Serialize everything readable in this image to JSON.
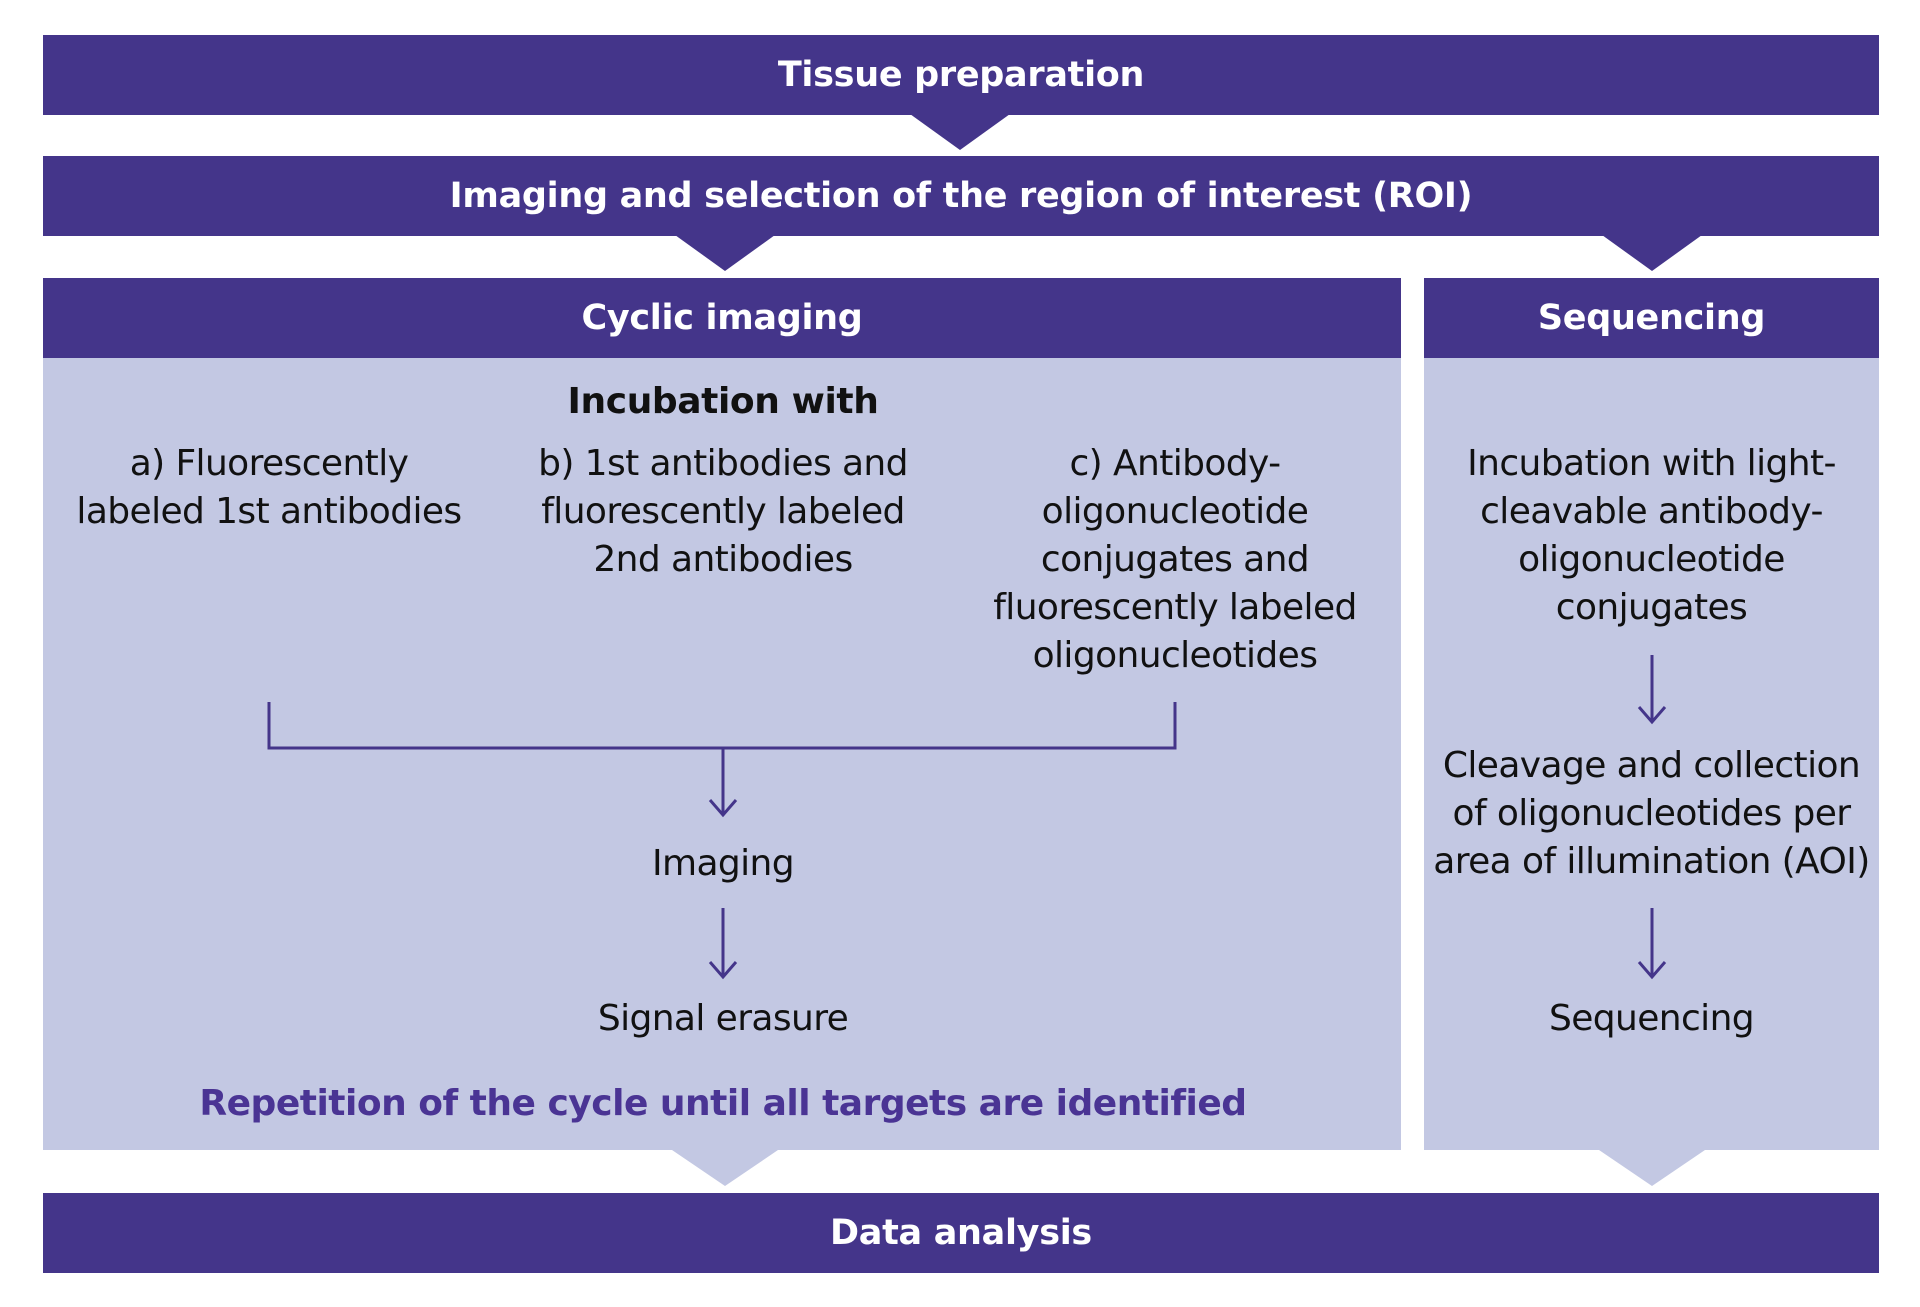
{
  "colors": {
    "banner": "#44358a",
    "panel": "#c3c8e3",
    "arrow": "#44358a",
    "accent_text": "#4a3494"
  },
  "steps": {
    "tissue_preparation": "Tissue preparation",
    "imaging_roi": "Imaging and selection of the region of interest (ROI)",
    "data_analysis": "Data analysis"
  },
  "cyclic": {
    "title": "Cyclic imaging",
    "incubation_title": "Incubation with",
    "option_a": "a) Fluorescently\nlabeled 1st antibodies",
    "option_b": "b) 1st antibodies and\nfluorescently labeled\n2nd antibodies",
    "option_c": "c) Antibody-\noligonucleotide\nconjugates and\nfluorescently labeled\noligonucleotides",
    "imaging": "Imaging",
    "signal_erasure": "Signal erasure",
    "repetition": "Repetition of the cycle until all targets are identified"
  },
  "sequencing": {
    "title": "Sequencing",
    "incubation": "Incubation with light-\ncleavable antibody-\noligonucleotide\nconjugates",
    "cleavage": "Cleavage and collection\nof oligonucleotides per\narea of illumination (AOI)",
    "final_step": "Sequencing"
  }
}
